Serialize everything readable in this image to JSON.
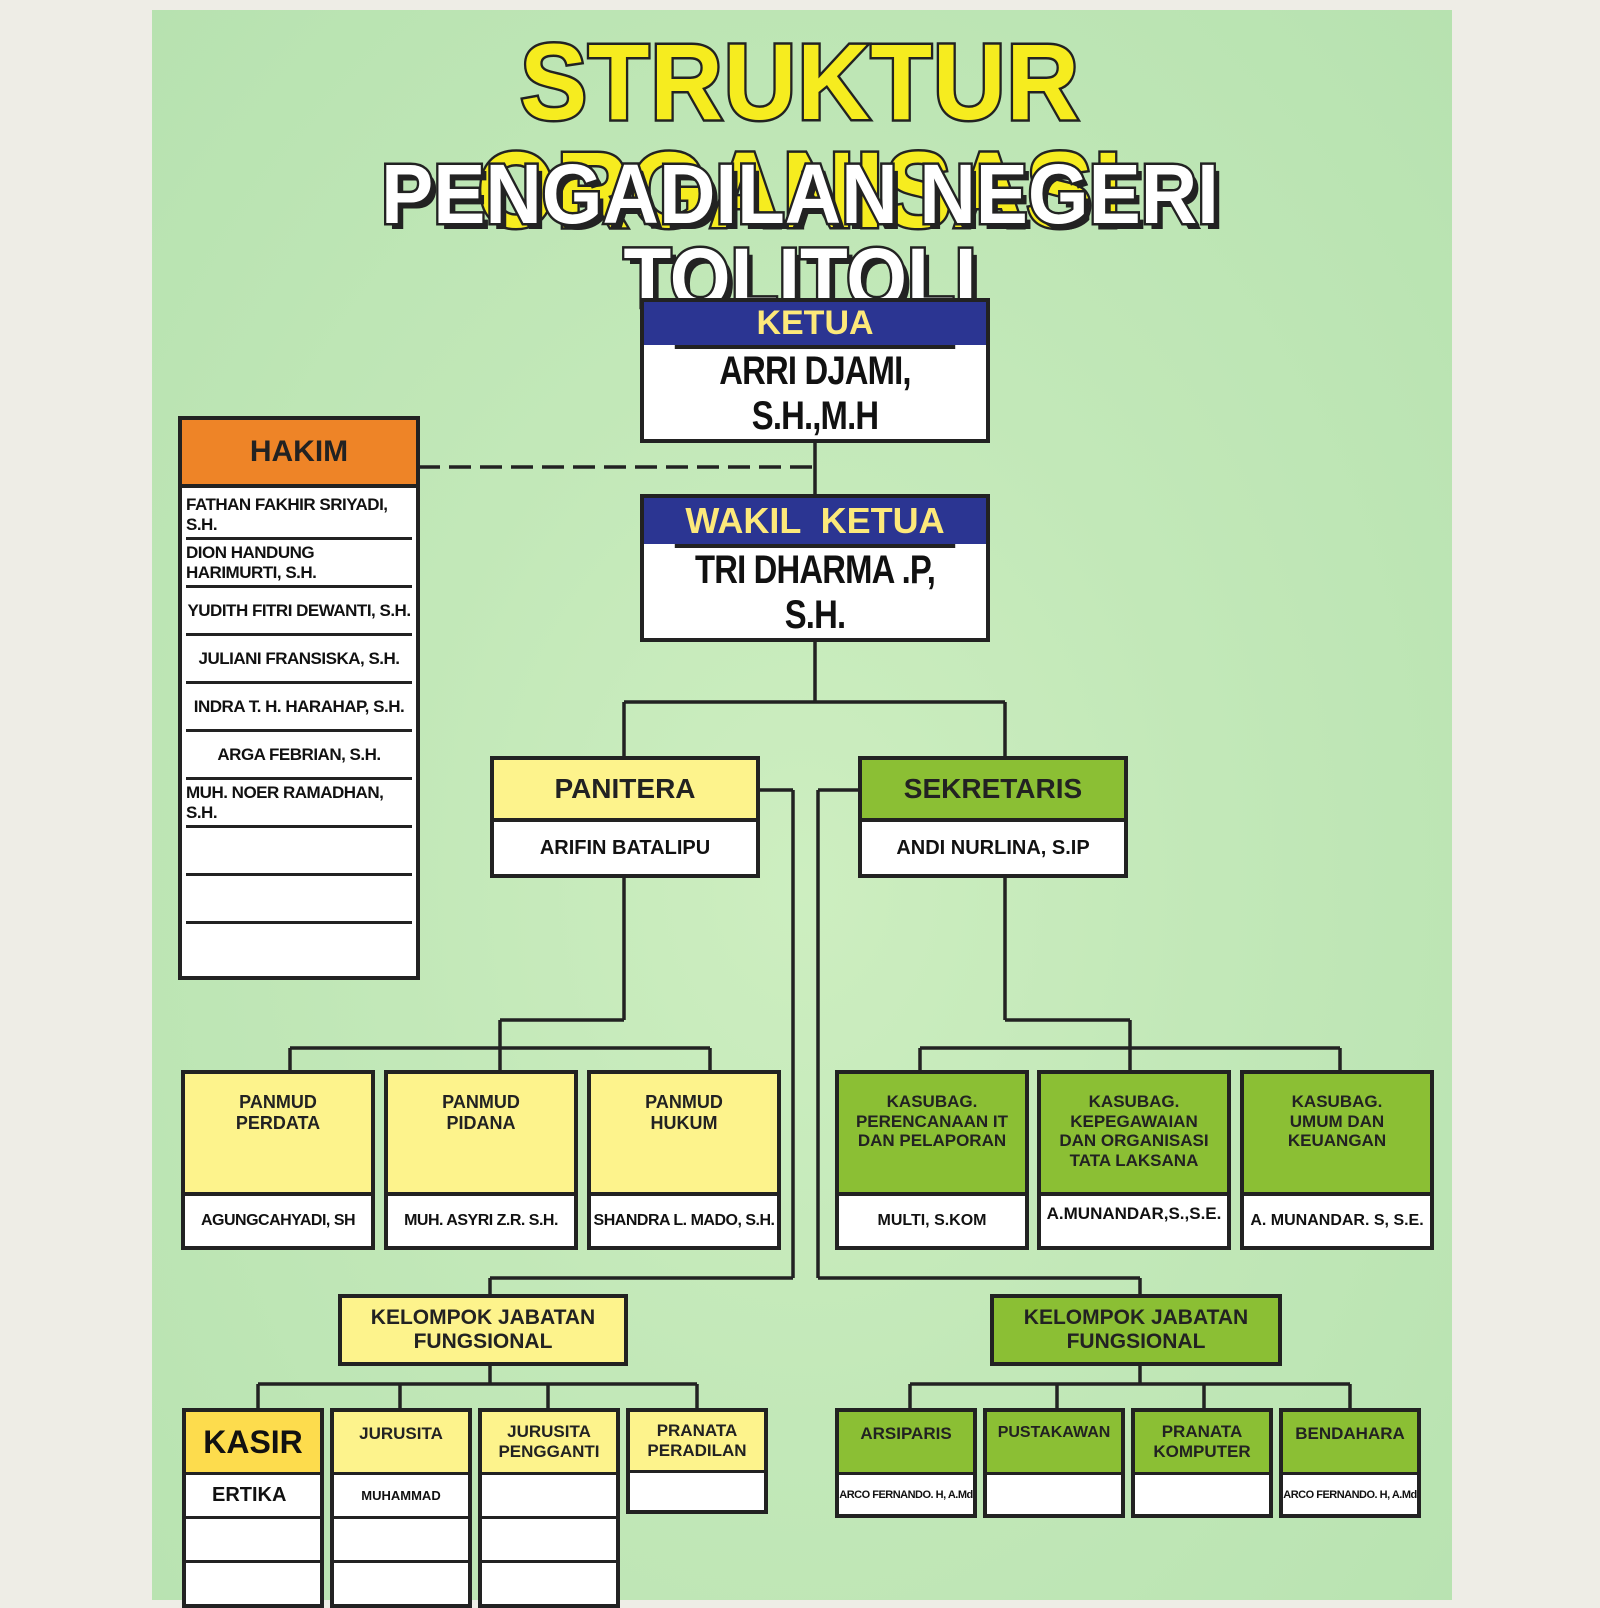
{
  "title": {
    "line1": "STRUKTUR ORGANISASI",
    "line2": "PENGADILAN NEGERI TOLITOLI"
  },
  "ketua": {
    "role": "KETUA",
    "name": "ARRI DJAMI, S.H.,M.H"
  },
  "wakil": {
    "role": "WAKIL  KETUA",
    "name": "TRI DHARMA .P, S.H."
  },
  "hakim": {
    "role": "HAKIM",
    "members": [
      "FATHAN FAKHIR SRIYADI, S.H.",
      "DION HANDUNG HARIMURTI, S.H.",
      "YUDITH FITRI DEWANTI, S.H.",
      "JULIANI FRANSISKA, S.H.",
      "INDRA T. H. HARAHAP, S.H.",
      "ARGA FEBRIAN, S.H.",
      "MUH. NOER RAMADHAN, S.H.",
      "",
      "",
      ""
    ]
  },
  "panitera": {
    "role": "PANITERA",
    "name": "ARIFIN BATALIPU"
  },
  "sekretaris": {
    "role": "SEKRETARIS",
    "name": "ANDI NURLINA, S.IP"
  },
  "panmud": [
    {
      "role": "PANMUD\nPERDATA",
      "name": "AGUNGCAHYADI, SH"
    },
    {
      "role": "PANMUD\nPIDANA",
      "name": "MUH. ASYRI Z.R. S.H."
    },
    {
      "role": "PANMUD\nHUKUM",
      "name": "SHANDRA L. MADO, S.H."
    }
  ],
  "kasubag": [
    {
      "role": "KASUBAG.\nPERENCANAAN IT\nDAN PELAPORAN",
      "name": "MULTI, S.KOM"
    },
    {
      "role": "KASUBAG.\nKEPEGAWAIAN\nDAN ORGANISASI\nTATA LAKSANA",
      "name": "A.MUNANDAR,S.,S.E."
    },
    {
      "role": "KASUBAG.\nUMUM DAN\nKEUANGAN",
      "name": "A. MUNANDAR. S, S.E."
    }
  ],
  "fungsional_left": {
    "role": "KELOMPOK JABATAN\nFUNGSIONAL"
  },
  "fungsional_right": {
    "role": "KELOMPOK JABATAN\nFUNGSIONAL"
  },
  "left_units": [
    {
      "role": "KASIR",
      "names": [
        "ERTIKA",
        "",
        ""
      ]
    },
    {
      "role": "JURUSITA",
      "names": [
        "MUHAMMAD",
        "",
        ""
      ]
    },
    {
      "role": "JURUSITA\nPENGGANTI",
      "names": [
        "",
        "",
        ""
      ]
    },
    {
      "role": "PRANATA\nPERADILAN",
      "names": [
        ""
      ]
    }
  ],
  "right_units": [
    {
      "role": "ARSIPARIS",
      "names": [
        "ARCO FERNANDO. H, A.Md"
      ]
    },
    {
      "role": "PUSTAKAWAN",
      "names": [
        ""
      ]
    },
    {
      "role": "PRANATA\nKOMPUTER",
      "names": [
        ""
      ]
    },
    {
      "role": "BENDAHARA",
      "names": [
        "ARCO FERNANDO. H, A.Md"
      ]
    }
  ],
  "colors": {
    "navy": "#2b3592",
    "orange": "#ee8427",
    "yellow": "#fdf38c",
    "green": "#8bbf34",
    "kasir_yellow": "#fddc4d"
  }
}
